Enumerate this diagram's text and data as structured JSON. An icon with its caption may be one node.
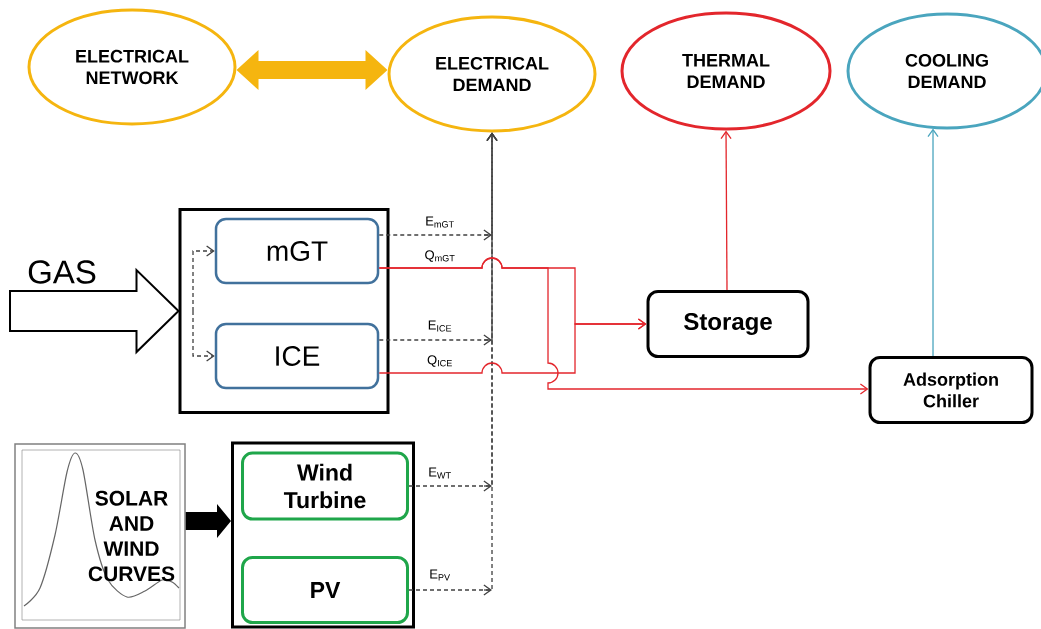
{
  "diagram": {
    "nodes": [
      {
        "text": [
          "ELECTRICAL NETWORK"
        ]
      },
      {
        "text": [
          "ELECTRICAL DEMAND"
        ]
      },
      {
        "text": [
          "THERMAL DEMAND"
        ]
      },
      {
        "text": [
          "COOLING DEMAND"
        ]
      },
      {
        "text": [],
        "shape": "box"
      },
      {
        "text": [
          "mGT"
        ],
        "in": 4
      },
      {
        "text": [
          "ICE"
        ],
        "in": 4
      },
      {
        "text": [
          "Storage"
        ]
      },
      {
        "text": [
          "Adsorption Chiller"
        ]
      },
      {
        "text": [
          "SOLAR AND WIND CURVES"
        ]
      },
      {
        "text": [],
        "shape": "box"
      },
      {
        "text": [
          "Wind Turbine"
        ],
        "in": 10
      },
      {
        "text": [
          "PV"
        ],
        "in": 10
      }
    ],
    "edges": [
      {
        "from": 0,
        "to": 1,
        "arrow": "both",
        "style": "thick",
        "color": "#f5b50f"
      },
      {
        "from": null,
        "to": 4,
        "arrow": "to",
        "style": "thick",
        "color": "#ffffff",
        "label": "GAS"
      },
      {
        "from": null,
        "to": 5,
        "arrow": "to",
        "style": "dashed"
      },
      {
        "from": null,
        "to": 6,
        "arrow": "to",
        "style": "dashed"
      },
      {
        "from": 5,
        "to": 1,
        "arrow": "to",
        "style": "dashed",
        "label": "E$_{mGT}$"
      },
      {
        "from": 6,
        "to": 1,
        "arrow": "to",
        "style": "dashed",
        "label": "E$_{ICE}$"
      },
      {
        "from": 11,
        "to": 1,
        "arrow": "to",
        "style": "dashed",
        "label": "E$_{WT}$"
      },
      {
        "from": 12,
        "to": 1,
        "arrow": "to",
        "style": "dashed",
        "label": "E$_{PV}$"
      },
      {
        "from": 5,
        "to": 7,
        "arrow": "to",
        "color": "#e3262c",
        "label": "Q$_{mGT}$"
      },
      {
        "from": 6,
        "to": 7,
        "arrow": "to",
        "color": "#e3262c",
        "label": "Q$_{ICE}$"
      },
      {
        "from": 5,
        "to": 8,
        "arrow": "to",
        "color": "#e3262c"
      },
      {
        "from": 7,
        "to": 2,
        "arrow": "to",
        "color": "#e3262c"
      },
      {
        "from": 8,
        "to": 3,
        "arrow": "to",
        "color": "#4aa5be"
      },
      {
        "from": 9,
        "to": 10,
        "arrow": "to",
        "style": "thick"
      }
    ]
  }
}
